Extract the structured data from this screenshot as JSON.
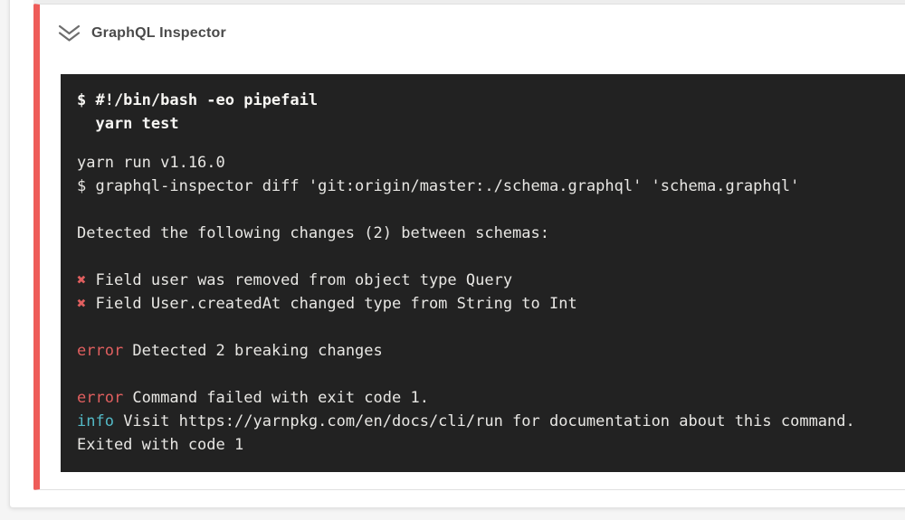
{
  "panel": {
    "step": {
      "title": "GraphQL Inspector",
      "collapse_icon": "double-chevron-down-icon",
      "status": "failed"
    }
  },
  "terminal": {
    "command_lines": [
      "$ #!/bin/bash -eo pipefail",
      "  yarn test"
    ],
    "lines": [
      {
        "text": "yarn run v1.16.0"
      },
      {
        "text": "$ graphql-inspector diff 'git:origin/master:./schema.graphql' 'schema.graphql'"
      },
      {
        "text": ""
      },
      {
        "text": "Detected the following changes (2) between schemas:"
      },
      {
        "text": ""
      },
      {
        "prefix": "✖",
        "text": " Field user was removed from object type Query"
      },
      {
        "prefix": "✖",
        "text": " Field User.createdAt changed type from String to Int"
      },
      {
        "text": ""
      },
      {
        "prefix": "error",
        "text": " Detected 2 breaking changes"
      },
      {
        "text": ""
      },
      {
        "prefix": "error",
        "text": " Command failed with exit code 1."
      },
      {
        "prefix": "info",
        "text": " Visit https://yarnpkg.com/en/docs/cli/run for documentation about this command."
      },
      {
        "text": "Exited with code 1"
      }
    ]
  },
  "colors": {
    "accent_red": "#ee5c59",
    "ansi_red": "#e05f5f",
    "ansi_cyan": "#53b9c6",
    "terminal_bg": "#222222",
    "terminal_text": "#e8e7e4"
  }
}
